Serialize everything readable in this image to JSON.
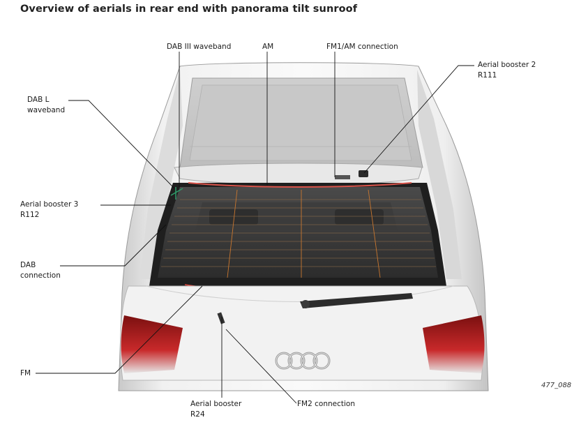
{
  "title": "Overview of aerials in rear end with panorama tilt sunroof",
  "figure_id": "477_088",
  "labels": {
    "dab3": [
      "DAB III waveband"
    ],
    "am": [
      "AM"
    ],
    "fm1am": [
      "FM1/AM connection"
    ],
    "booster2": [
      "Aerial booster 2",
      "R111"
    ],
    "dabl": [
      "DAB L",
      "waveband"
    ],
    "booster3": [
      "Aerial booster 3",
      "R112"
    ],
    "dabconn": [
      "DAB",
      "connection"
    ],
    "fm": [
      "FM"
    ],
    "booster": [
      "Aerial booster",
      "R24"
    ],
    "fm2": [
      "FM2 connection"
    ]
  },
  "colors": {
    "am_trace": "#d9534a",
    "fm_trace": "#e0463c",
    "dab_trace": "#2f9a6a",
    "heater_grid": "#c9772f",
    "leader_line": "#111111"
  }
}
